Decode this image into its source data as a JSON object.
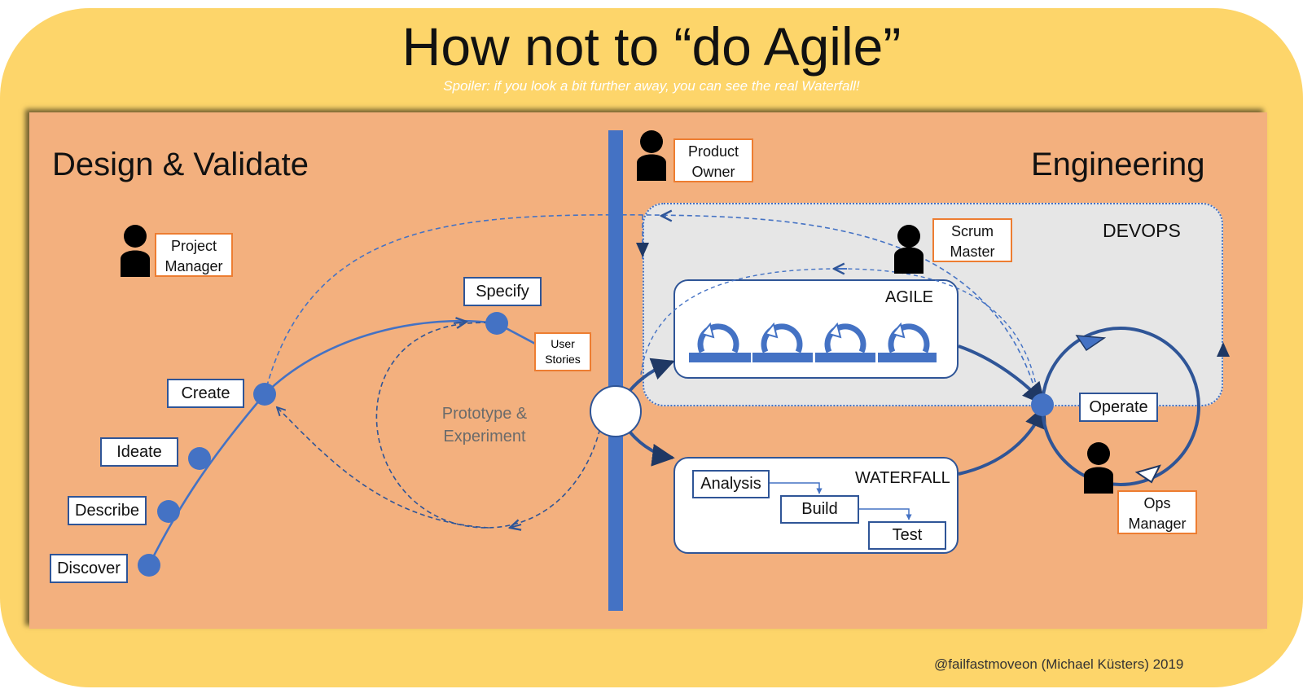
{
  "title": "How not to “do Agile”",
  "subtitle": "Spoiler: if you look a bit further away, you can see the real Waterfall!",
  "sections": {
    "left": "Design & Validate",
    "right": "Engineering"
  },
  "stages": {
    "discover": "Discover",
    "describe": "Describe",
    "ideate": "Ideate",
    "create": "Create",
    "specify": "Specify"
  },
  "prototype": {
    "line1": "Prototype &",
    "line2": "Experiment"
  },
  "user_stories": {
    "line1": "User",
    "line2": "Stories"
  },
  "roles": {
    "project_manager": {
      "line1": "Project",
      "line2": "Manager"
    },
    "product_owner": {
      "line1": "Product",
      "line2": "Owner"
    },
    "scrum_master": {
      "line1": "Scrum",
      "line2": "Master"
    },
    "ops_manager": {
      "line1": "Ops",
      "line2": "Manager"
    }
  },
  "devops_label": "DEVOPS",
  "agile_label": "AGILE",
  "waterfall": {
    "label": "WATERFALL",
    "steps": [
      "Analysis",
      "Build",
      "Test"
    ]
  },
  "operate": "Operate",
  "credit": "@failfastmoveon (Michael Küsters) 2019",
  "colors": {
    "frame": "#fdd56a",
    "panel": "#f3b07e",
    "devops_bg": "#e6e6e6",
    "node_blue": "#4472c4",
    "dark_blue": "#2f5597",
    "role_border": "#ed7d31"
  }
}
